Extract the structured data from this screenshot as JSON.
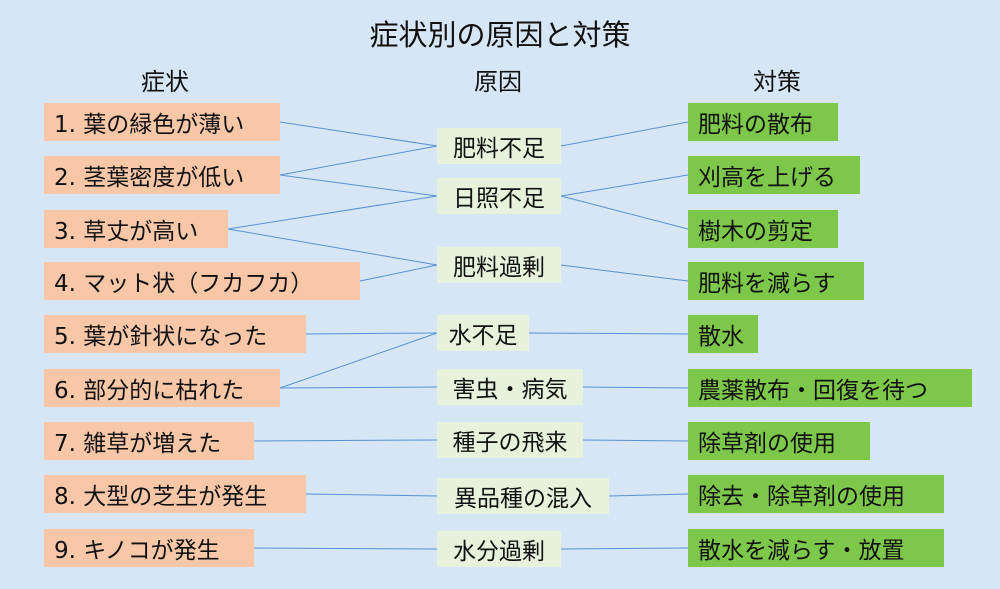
{
  "title": "症状別の原因と対策",
  "headers": {
    "symptoms": "症状",
    "causes": "原因",
    "remedies": "対策"
  },
  "symptoms": [
    "1. 葉の緑色が薄い",
    "2. 茎葉密度が低い",
    "3. 草丈が高い",
    "4. マット状（フカフカ）",
    "5. 葉が針状になった",
    "6. 部分的に枯れた",
    "7. 雑草が増えた",
    "8. 大型の芝生が発生",
    "9. キノコが発生"
  ],
  "causes": [
    "肥料不足",
    "日照不足",
    "肥料過剰",
    "水不足",
    "害虫・病気",
    "種子の飛来",
    "異品種の混入",
    "水分過剰"
  ],
  "remedies": [
    "肥料の散布",
    "刈高を上げる",
    "樹木の剪定",
    "肥料を減らす",
    "散水",
    "農薬散布・回復を待つ",
    "除草剤の使用",
    "除去・除草剤の使用",
    "散水を減らす・放置"
  ],
  "symptom_to_cause": [
    [
      0,
      0
    ],
    [
      1,
      0
    ],
    [
      1,
      1
    ],
    [
      2,
      1
    ],
    [
      2,
      2
    ],
    [
      3,
      2
    ],
    [
      4,
      3
    ],
    [
      5,
      3
    ],
    [
      5,
      4
    ],
    [
      6,
      5
    ],
    [
      7,
      6
    ],
    [
      8,
      7
    ]
  ],
  "cause_to_remedy": [
    [
      0,
      0
    ],
    [
      1,
      1
    ],
    [
      1,
      2
    ],
    [
      2,
      3
    ],
    [
      3,
      4
    ],
    [
      4,
      5
    ],
    [
      5,
      6
    ],
    [
      6,
      7
    ],
    [
      7,
      8
    ]
  ],
  "colors": {
    "symptom_fill": "#f7c7a8",
    "cause_fill": "#e7f2dc",
    "remedy_fill": "#7dc84a",
    "line": "#5b8fd4",
    "background": "#d6e6f4"
  }
}
